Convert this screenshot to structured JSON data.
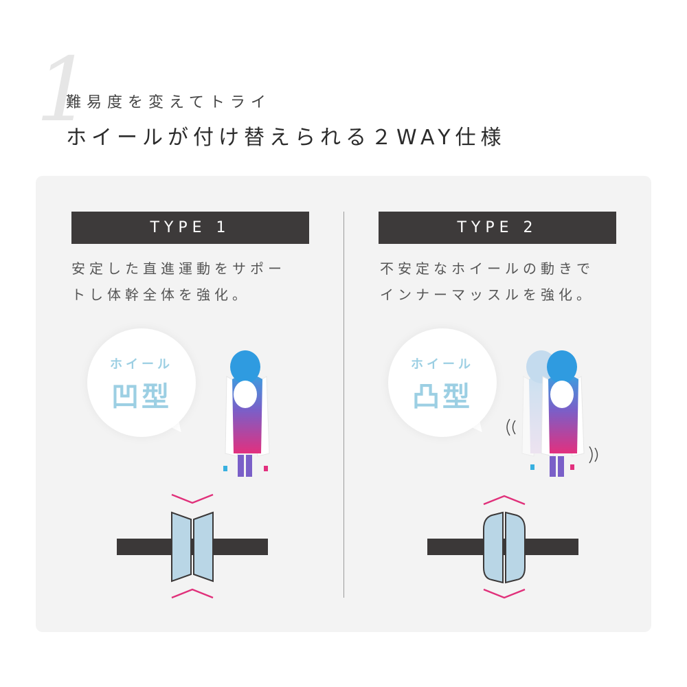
{
  "header": {
    "number": "1",
    "subtitle": "難易度を変えてトライ",
    "headline": "ホイールが付け替えられる２WAY仕様"
  },
  "types": [
    {
      "label": "TYPE 1",
      "description": "安定した直進運動をサポー\nトし体幹全体を強化。",
      "bubble_top": "ホイール",
      "bubble_main": "凹型"
    },
    {
      "label": "TYPE 2",
      "description": "不安定なホイールの動きで\nインナーマッスルを強化。",
      "bubble_top": "ホイール",
      "bubble_main": "凸型"
    }
  ],
  "colors": {
    "panel": "#f3f3f3",
    "type_bar": "#3d3a3a",
    "wheel": "#b9d6e6",
    "axle": "#3b3838",
    "chevron": "#e0307a",
    "bubble_text": "#9ccfe3"
  },
  "icons": [
    "person-icon",
    "motion-lines-icon",
    "chevron-icon",
    "wheel-icon"
  ]
}
